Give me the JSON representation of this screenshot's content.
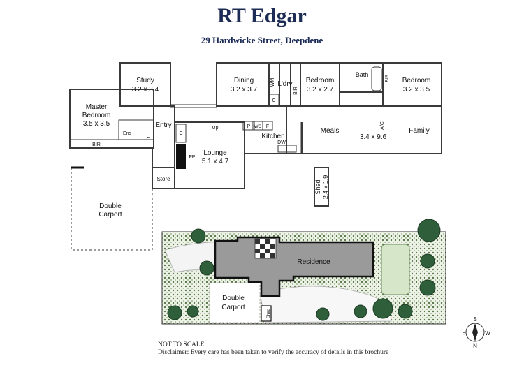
{
  "header": {
    "agency": "RT Edgar",
    "address": "29 Hardwicke Street, Deepdene"
  },
  "rooms": {
    "study": {
      "name": "Study",
      "size": "3.2 x 3.4"
    },
    "dining": {
      "name": "Dining",
      "size": "3.2 x 3.7"
    },
    "laundry": {
      "name": "L'dry"
    },
    "bedroom2": {
      "name": "Bedroom",
      "size": "3.2 x 2.7"
    },
    "bath": {
      "name": "Bath"
    },
    "bedroom3": {
      "name": "Bedroom",
      "size": "3.2 x 3.5"
    },
    "master": {
      "name1": "Master",
      "name2": "Bedroom",
      "size": "3.5 x 3.5"
    },
    "entry": {
      "name": "Entry"
    },
    "lounge": {
      "name": "Lounge",
      "size": "5.1 x 4.7"
    },
    "kitchen": {
      "name": "Kitchen"
    },
    "meals": {
      "name": "Meals",
      "size": "3.4 x 9.6"
    },
    "family": {
      "name": "Family"
    },
    "store": {
      "name": "Store"
    },
    "shed": {
      "name": "Shed",
      "size": "2.4 x 1.9"
    },
    "carport": {
      "name1": "Double",
      "name2": "Carport"
    }
  },
  "fixtures": {
    "wm": "WM",
    "c": "C",
    "bir": "BIR",
    "ens": "Ens",
    "fp": "FP",
    "up": "Up",
    "p": "P",
    "wo": "WO",
    "f": "F",
    "dw": "DW",
    "ac": "A/C"
  },
  "site": {
    "residence": "Residence",
    "carport1": "Double",
    "carport2": "Carport",
    "shed": "Shed"
  },
  "compass": {
    "n": "N",
    "s": "S",
    "e": "E",
    "w": "W"
  },
  "footer": {
    "scale": "NOT TO SCALE",
    "disclaimer": "Disclaimer: Every care has been taken to verify the accuracy of details in this brochure"
  }
}
